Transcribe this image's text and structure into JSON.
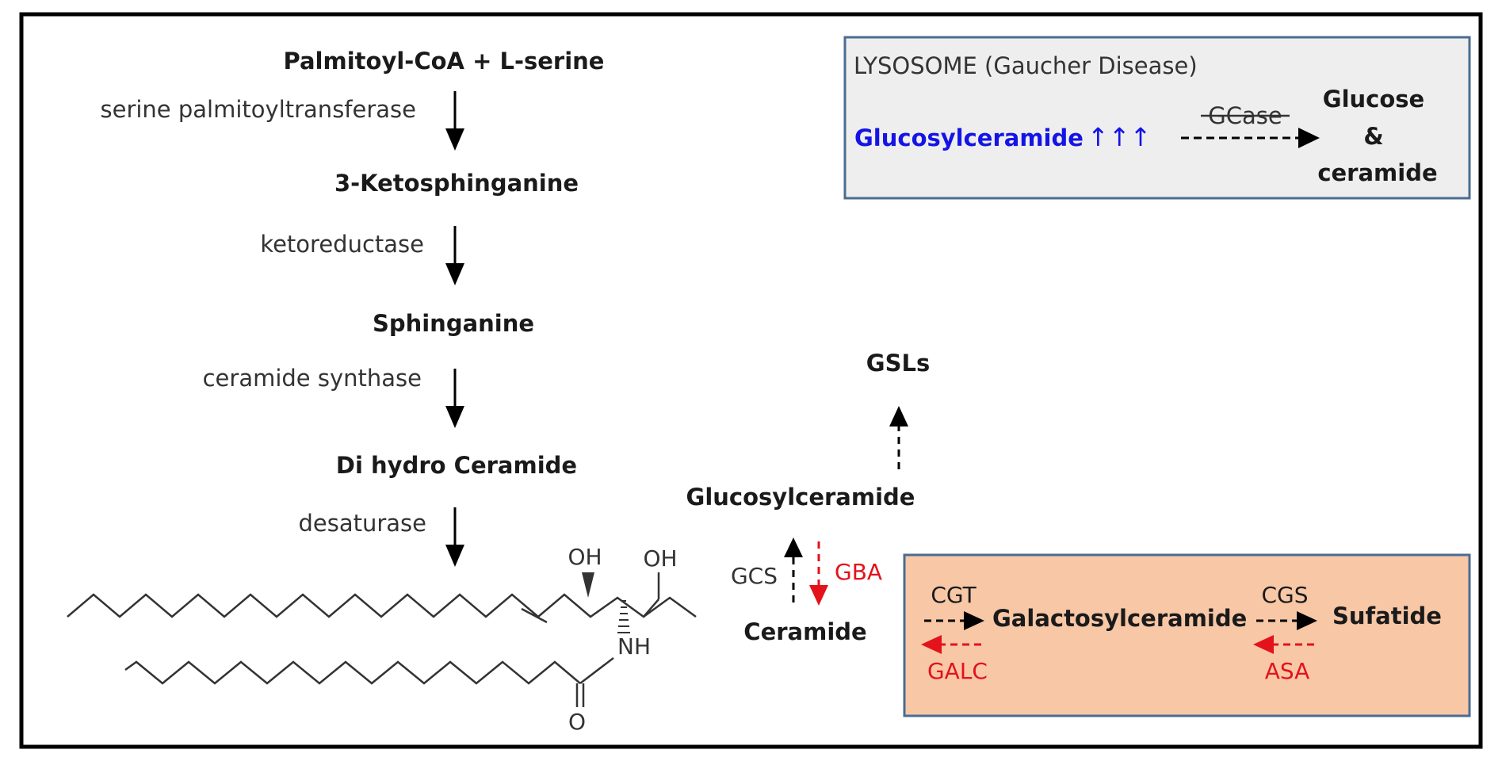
{
  "colors": {
    "frame": "#000000",
    "text": "#1a1a1a",
    "enzyme": "#333333",
    "inhibited": "#e3121b",
    "accumulated": "#1414e6",
    "lysosome_fill": "#eeeeee",
    "lysosome_border": "#4a6c91",
    "galacto_fill": "#f7c7a6",
    "galacto_border": "#4a6c91"
  },
  "pathway": {
    "metabolites": {
      "palmitoyl": "Palmitoyl-CoA + L-serine",
      "ketosphinganine": "3-Ketosphinganine",
      "sphinganine": "Sphinganine",
      "dihydroceramide": "Di hydro Ceramide"
    },
    "enzymes": {
      "spt": "serine palmitoyltransferase",
      "ketoreductase": "ketoreductase",
      "ceramide_synthase": "ceramide synthase",
      "desaturase": "desaturase"
    }
  },
  "structure": {
    "oh1": "OH",
    "oh2": "OH",
    "nh": "NH",
    "o": "O"
  },
  "branch": {
    "gsls": "GSLs",
    "glucosylceramide": "Glucosylceramide",
    "ceramide": "Ceramide",
    "gcs": "GCS",
    "gba": "GBA"
  },
  "lysosome": {
    "title": "LYSOSOME (Gaucher Disease)",
    "substrate": "Glucosylceramide",
    "increase_arrows": "↑↑↑",
    "enzyme": "GCase",
    "product_line1": "Glucose",
    "product_line2": "&",
    "product_line3": "ceramide"
  },
  "galacto": {
    "cgt": "CGT",
    "galc": "GALC",
    "galactosylceramide": "Galactosylceramide",
    "cgs": "CGS",
    "asa": "ASA",
    "sulfatide": "Sufatide"
  }
}
